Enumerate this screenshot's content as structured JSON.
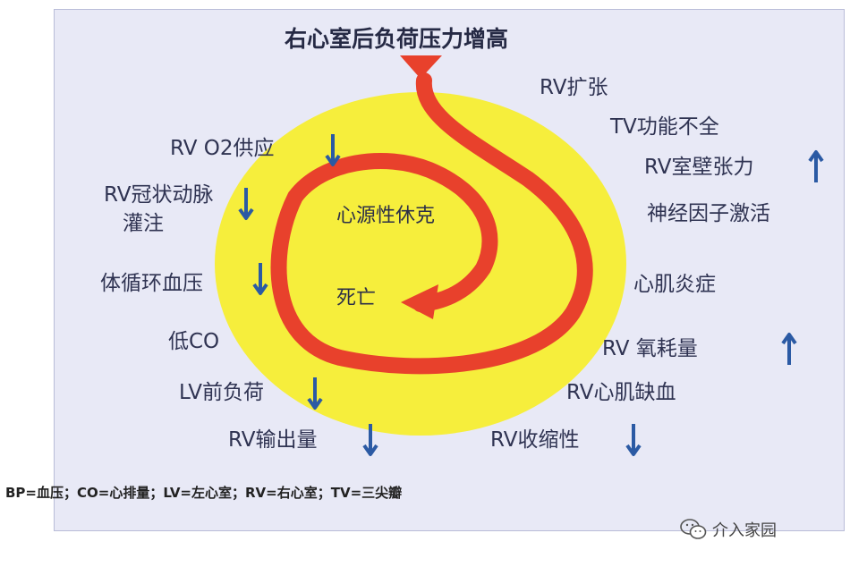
{
  "title": "右心室后负荷压力增高",
  "center": {
    "shock": "心源性休克",
    "death": "死亡"
  },
  "left_labels": {
    "rv_o2_supply": "RV O2供应",
    "rv_coronary_1": "RV冠状动脉",
    "rv_coronary_2": "灌注",
    "systemic_bp": "体循环血压",
    "low_co": "低CO",
    "lv_preload": "LV前负荷",
    "rv_output": "RV输出量"
  },
  "right_labels": {
    "rv_dilation": "RV扩张",
    "tv_insufficiency": "TV功能不全",
    "rv_wall_tension": "RV室壁张力",
    "neurohumoral": "神经因子激活",
    "myocarditis": "心肌炎症",
    "rv_o2_consumption": "RV 氧耗量",
    "rv_ischemia": "RV心肌缺血",
    "rv_contractility": "RV收缩性"
  },
  "legend": "BP=血压；CO=心排量；LV=左心室；RV=右心室；TV=三尖瓣",
  "watermark": "介入家园",
  "colors": {
    "background": "#e8e9f6",
    "circle": "#f6ee3c",
    "spiral": "#e8412c",
    "arrow": "#2b5aa4",
    "text": "#2f3352"
  },
  "icons": {
    "decrease": "arrow-down-icon",
    "increase": "arrow-up-icon",
    "watermark": "wechat-icon"
  }
}
